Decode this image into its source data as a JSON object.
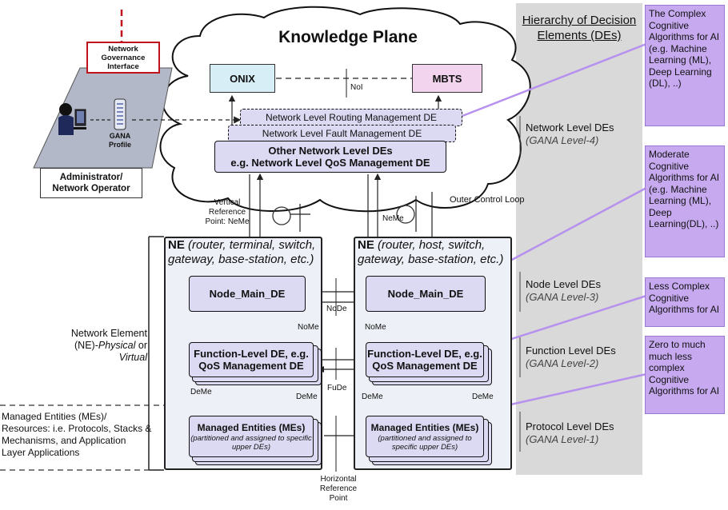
{
  "knowledge_plane": {
    "title": "Knowledge Plane"
  },
  "onix": "ONIX",
  "mbts": "MBTS",
  "noi": "NoI",
  "governance": "Network Governance Interface",
  "gana_profile": "GANA Profile",
  "admin": "Administrator/ Network Operator",
  "network_des": {
    "routing": "Network Level Routing Management DE",
    "fault": "Network Level Fault Management DE",
    "other_line1": "Other Network Level DEs",
    "other_line2": "e.g. Network Level QoS Management DE"
  },
  "vertical_ref": "Vertical Reference Point: NeMe",
  "outer_loop": "Outer Control Loop",
  "neme": "NeMe",
  "ne_left": {
    "title_prefix": "NE",
    "title_rest": " (router, terminal, switch, gateway, base-station, etc.)"
  },
  "ne_right": {
    "title_prefix": "NE",
    "title_rest": " (router, host, switch, gateway, base-station, etc.)"
  },
  "node_main": "Node_Main_DE",
  "function_de": "Function-Level DE, e.g. QoS Management DE",
  "managed_title": "Managed Entities (MEs)",
  "managed_sub": "(partitioned and assigned to specific upper DEs)",
  "node": "NoDe",
  "nome": "NoMe",
  "fude": "FuDe",
  "deme": "DeMe",
  "horizontal_ref": "Horizontal Reference Point",
  "network_element": {
    "line1": "Network Element",
    "line2": "(NE)-",
    "line2_italic": "Physical",
    "line2_tail": " or",
    "line3": "Virtual"
  },
  "managed_entities_side": "Managed Entities (MEs)/ Resources: i.e. Protocols, Stacks & Mechanisms, and Application Layer Applications",
  "hierarchy": {
    "title": "Hierarchy of Decision Elements (DEs)"
  },
  "levels": [
    {
      "name": "Network Level DEs",
      "sub": "(GANA Level-4)"
    },
    {
      "name": "Node Level DEs",
      "sub": "(GANA Level-3)"
    },
    {
      "name": "Function Level DEs",
      "sub": "(GANA Level-2)"
    },
    {
      "name": "Protocol Level DEs",
      "sub": "(GANA Level-1)"
    }
  ],
  "cognitive": [
    "The Complex Cognitive Algorithms for AI (e.g. Machine Learning (ML), Deep Learning (DL), ..)",
    "Moderate Cognitive Algorithms for AI (e.g. Machine Learning (ML), Deep Learning(DL), ..)",
    "Less Complex Cognitive Algorithms for AI",
    "Zero to much much less complex Cognitive Algorithms for AI"
  ]
}
